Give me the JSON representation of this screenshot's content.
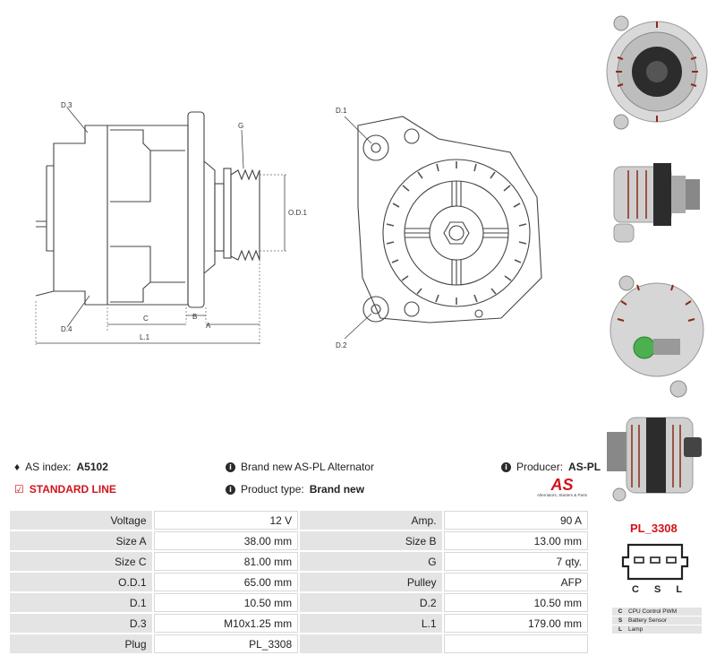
{
  "drawing": {
    "label_d3": "D.3",
    "label_d4": "D.4",
    "label_g": "G",
    "label_od1": "O.D.1",
    "label_c": "C",
    "label_b": "B",
    "label_a": "A",
    "label_l1": "L.1",
    "label_d1": "D.1",
    "label_d2": "D.2"
  },
  "info": {
    "as_index_label": "AS index:",
    "as_index_value": "A5102",
    "standard_line": "STANDARD LINE",
    "description": "Brand new AS-PL Alternator",
    "product_type_label": "Product type:",
    "product_type_value": "Brand new",
    "producer_label": "Producer:",
    "producer_value": "AS-PL",
    "logo_text": "AS",
    "logo_tagline": "Alternators, Starters & Parts"
  },
  "specs": [
    {
      "k1": "Voltage",
      "v1": "12 V",
      "k2": "Amp.",
      "v2": "90 A"
    },
    {
      "k1": "Size A",
      "v1": "38.00 mm",
      "k2": "Size B",
      "v2": "13.00 mm"
    },
    {
      "k1": "Size C",
      "v1": "81.00 mm",
      "k2": "G",
      "v2": "7 qty."
    },
    {
      "k1": "O.D.1",
      "v1": "65.00 mm",
      "k2": "Pulley",
      "v2": "AFP"
    },
    {
      "k1": "D.1",
      "v1": "10.50 mm",
      "k2": "D.2",
      "v2": "10.50 mm"
    },
    {
      "k1": "D.3",
      "v1": "M10x1.25 mm",
      "k2": "L.1",
      "v2": "179.00 mm"
    },
    {
      "k1": "Plug",
      "v1": "PL_3308",
      "k2": "",
      "v2": ""
    }
  ],
  "plug": {
    "title": "PL_3308",
    "pins": "C S L",
    "legend": [
      {
        "letter": "C",
        "desc": "CPU Control PWM"
      },
      {
        "letter": "S",
        "desc": "Battery Sensor"
      },
      {
        "letter": "L",
        "desc": "Lamp"
      }
    ]
  },
  "colors": {
    "accent": "#d0141c",
    "table_key_bg": "#e4e4e4"
  }
}
